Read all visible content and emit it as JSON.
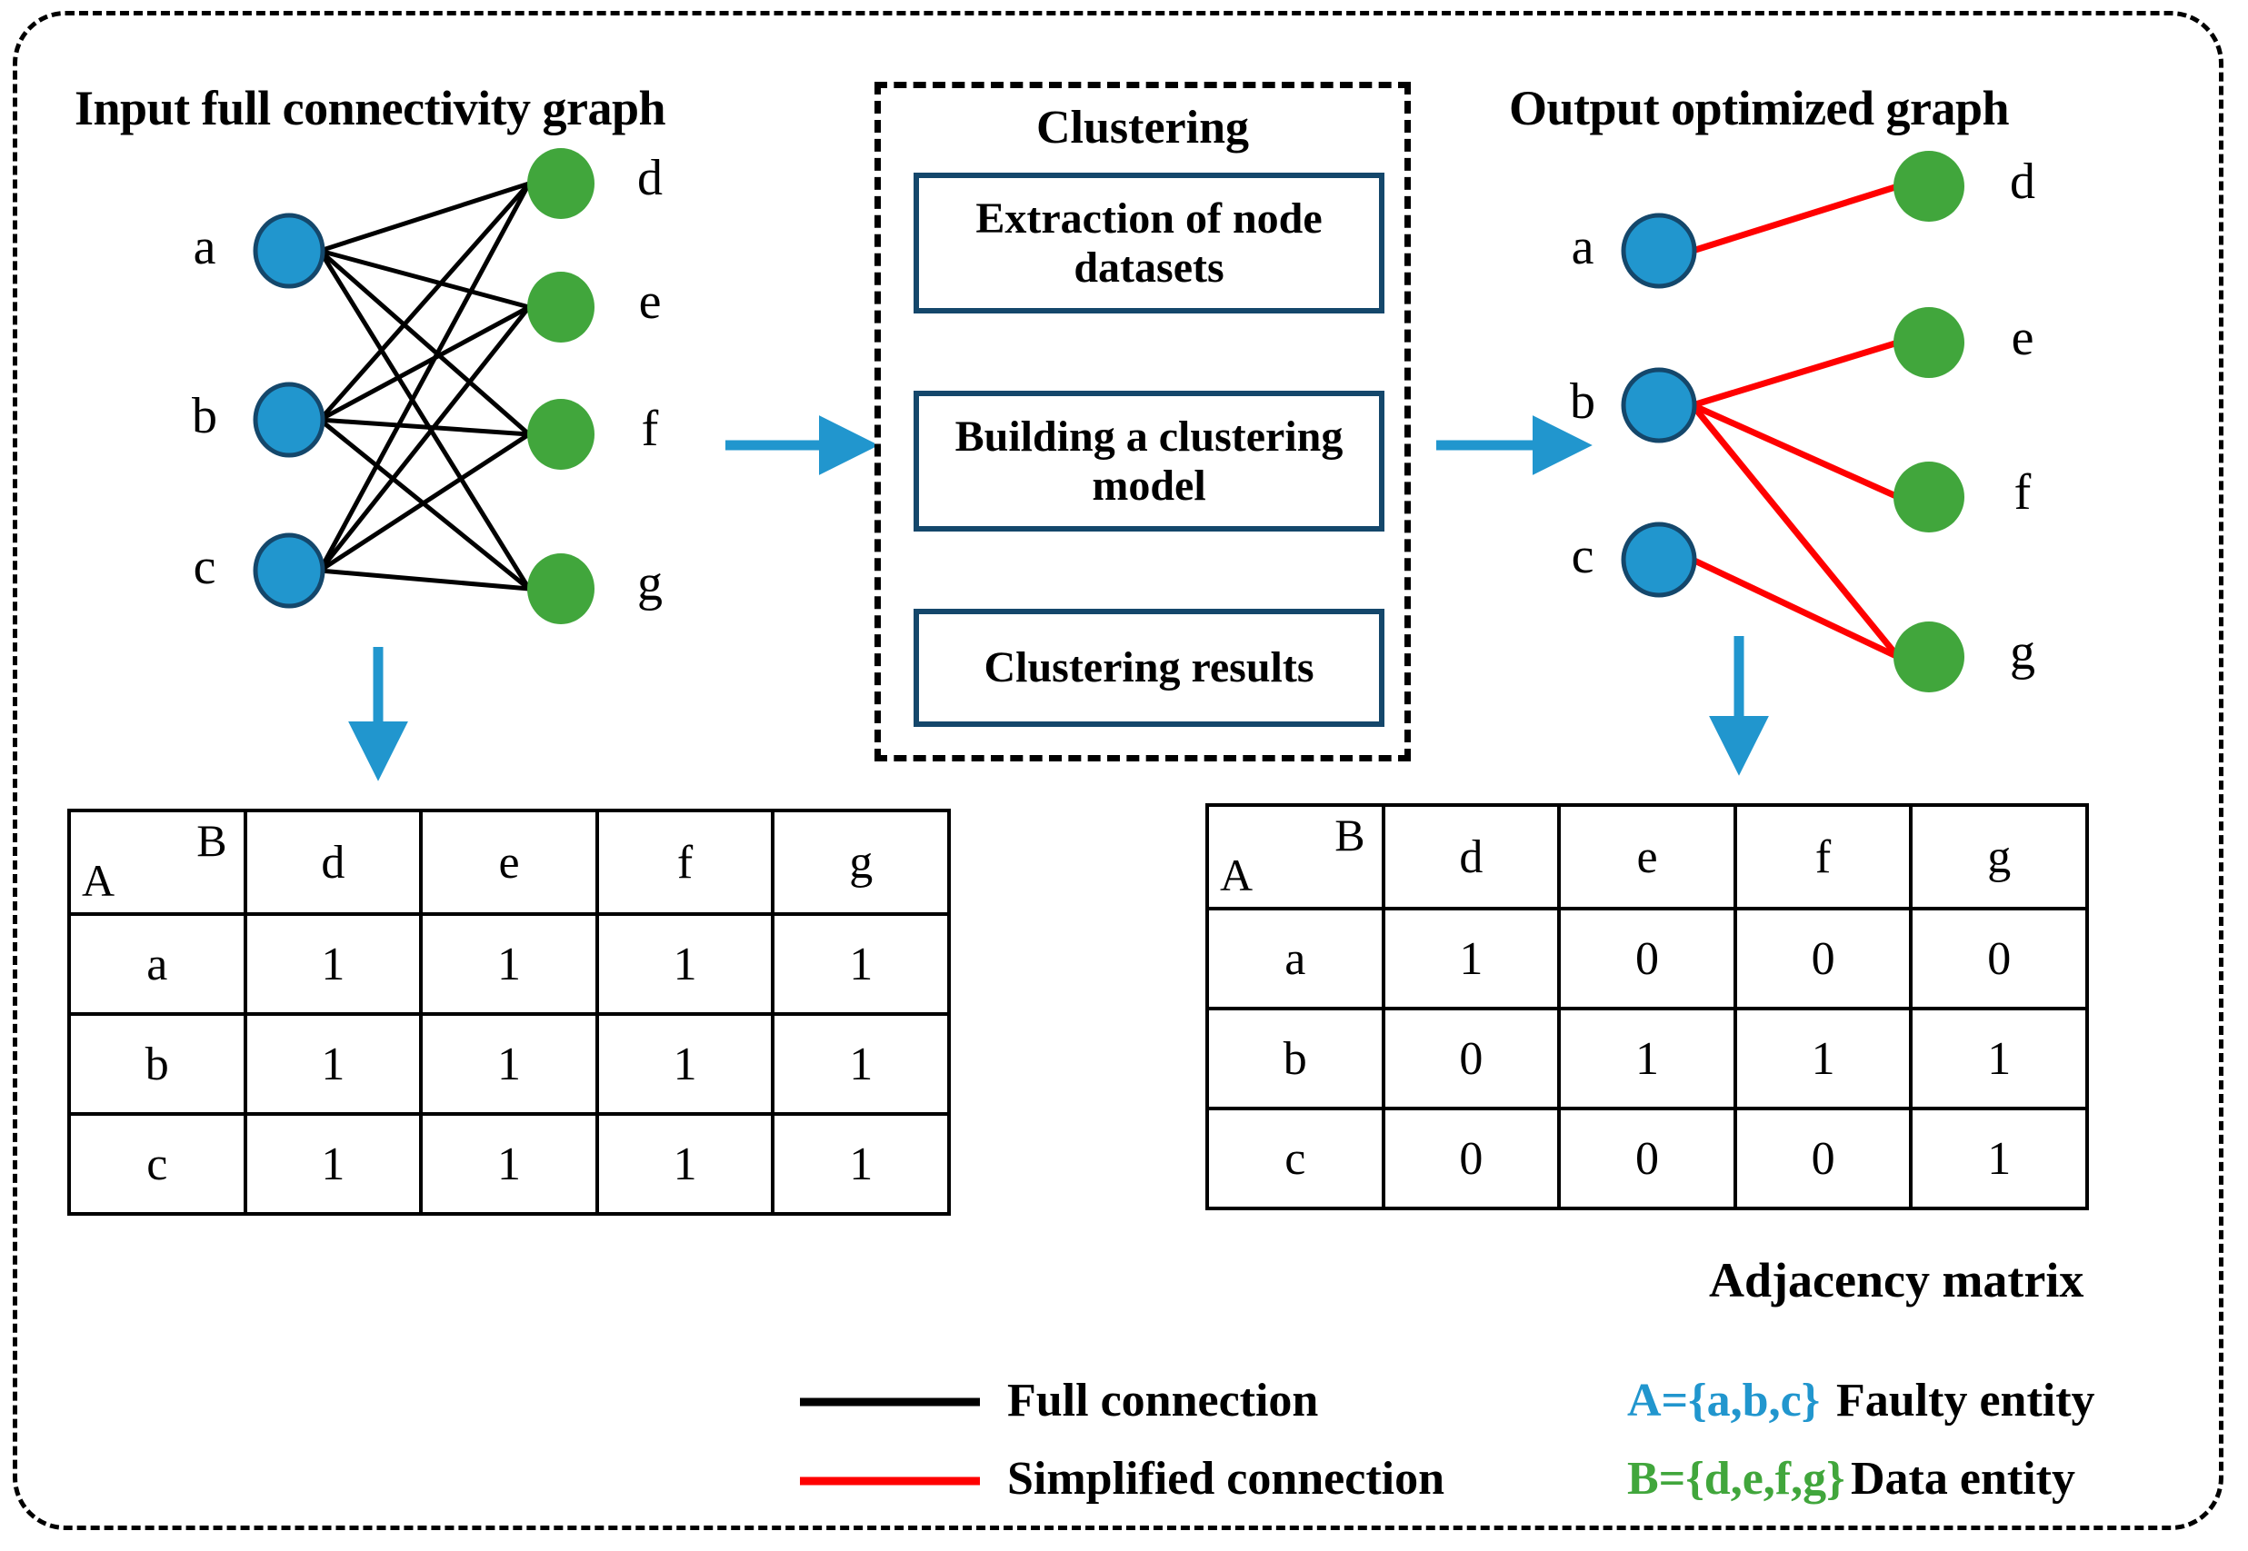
{
  "sections": {
    "input_title": "Input full connectivity graph",
    "output_title": "Output optimized graph",
    "clustering_title": "Clustering"
  },
  "clustering_steps": [
    {
      "label": "Extraction of node datasets"
    },
    {
      "label": "Building a clustering model"
    },
    {
      "label": "Clustering results"
    }
  ],
  "graph": {
    "faulty_nodes": [
      "a",
      "b",
      "c"
    ],
    "data_nodes": [
      "d",
      "e",
      "f",
      "g"
    ],
    "input_edges": [
      [
        "a",
        "d"
      ],
      [
        "a",
        "e"
      ],
      [
        "a",
        "f"
      ],
      [
        "a",
        "g"
      ],
      [
        "b",
        "d"
      ],
      [
        "b",
        "e"
      ],
      [
        "b",
        "f"
      ],
      [
        "b",
        "g"
      ],
      [
        "c",
        "d"
      ],
      [
        "c",
        "e"
      ],
      [
        "c",
        "f"
      ],
      [
        "c",
        "g"
      ]
    ],
    "output_edges": [
      [
        "a",
        "d"
      ],
      [
        "b",
        "e"
      ],
      [
        "b",
        "f"
      ],
      [
        "b",
        "g"
      ],
      [
        "c",
        "g"
      ]
    ]
  },
  "matrix_left": {
    "corner_row_label": "A",
    "corner_col_label": "B",
    "columns": [
      "d",
      "e",
      "f",
      "g"
    ],
    "rows": [
      {
        "label": "a",
        "values": [
          "1",
          "1",
          "1",
          "1"
        ]
      },
      {
        "label": "b",
        "values": [
          "1",
          "1",
          "1",
          "1"
        ]
      },
      {
        "label": "c",
        "values": [
          "1",
          "1",
          "1",
          "1"
        ]
      }
    ]
  },
  "matrix_right": {
    "corner_row_label": "A",
    "corner_col_label": "B",
    "columns": [
      "d",
      "e",
      "f",
      "g"
    ],
    "rows": [
      {
        "label": "a",
        "values": [
          "1",
          "0",
          "0",
          "0"
        ]
      },
      {
        "label": "b",
        "values": [
          "0",
          "1",
          "1",
          "1"
        ]
      },
      {
        "label": "c",
        "values": [
          "0",
          "0",
          "0",
          "1"
        ]
      }
    ],
    "caption": "Adjacency matrix"
  },
  "legend": {
    "full_connection": "Full connection",
    "simplified_connection": "Simplified connection",
    "set_a": "A={a,b,c}",
    "set_a_meaning": "Faulty entity",
    "set_b": "B={d,e,f,g}",
    "set_b_meaning": "Data entity"
  },
  "colors": {
    "faulty_node": "#2196CE",
    "faulty_node_border": "#14476b",
    "data_node": "#41A63C",
    "full_connection": "#000000",
    "simplified_connection": "#FF0000",
    "flow_arrow": "#2196CE",
    "step_border": "#14476b"
  }
}
